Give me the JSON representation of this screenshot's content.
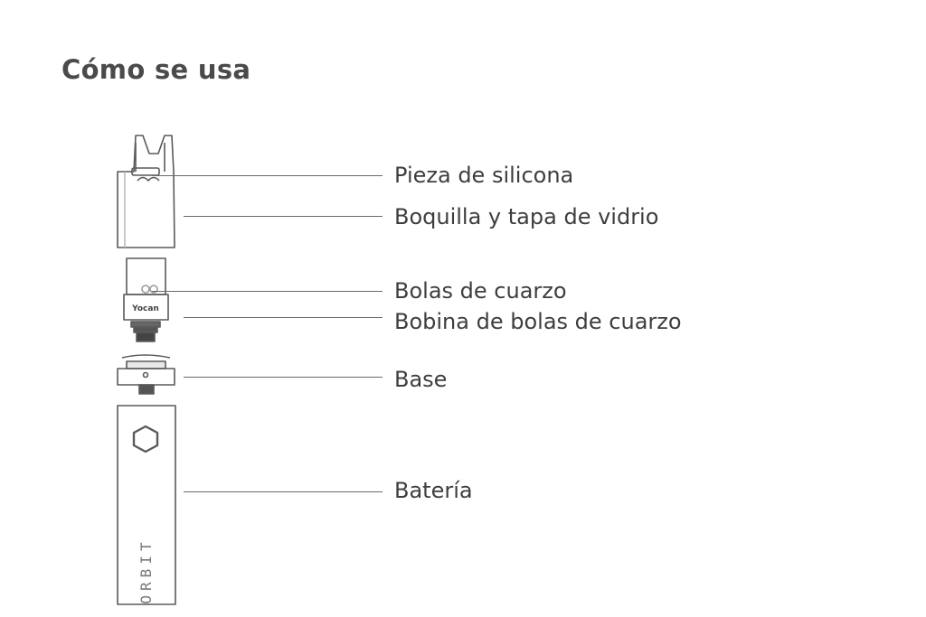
{
  "title": "Cómo se usa",
  "labels": {
    "silicone": "Pieza de silicona",
    "mouthpiece": "Boquilla y tapa de vidrio",
    "quartz_balls": "Bolas de cuarzo",
    "coil": "Bobina de bolas de cuarzo",
    "base": "Base",
    "battery": "Batería"
  },
  "coil_brand": "Yocan",
  "battery_brand": "ORBIT",
  "colors": {
    "line": "#6a6a6a",
    "text": "#3e3e3e",
    "title": "#4a4a4a"
  }
}
